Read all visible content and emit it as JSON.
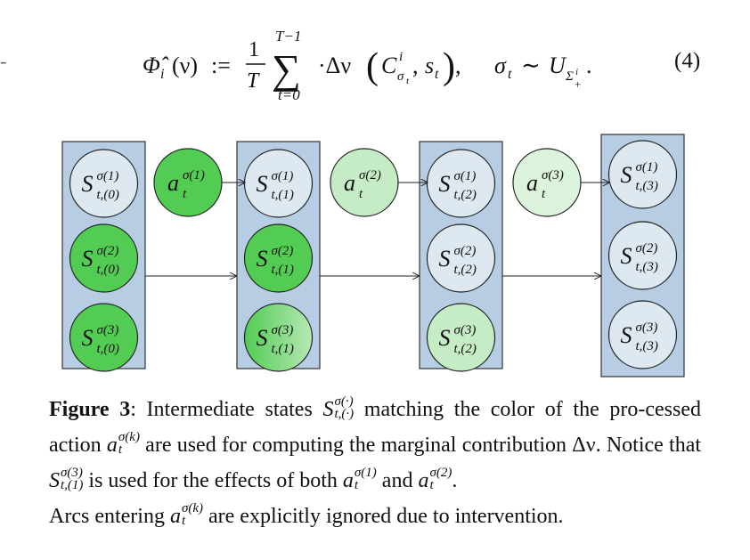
{
  "equation": {
    "lhs": "Φ̂",
    "lhs_sub": "i",
    "lhs_arg": "(ν)",
    "defeq": ":=",
    "frac_num": "1",
    "frac_den": "T",
    "sum_upper": "T−1",
    "sum_lower": "t=0",
    "sum_symbol": "∑",
    "body": "·Δν",
    "C_symbol": "C",
    "C_sup": "i",
    "C_sub": "σ",
    "C_sub_sub": "t",
    "s_arg": "s",
    "s_sub": "t",
    "sigma": "σ",
    "sigma_sub": "t",
    "sim": "∼",
    "U": "U",
    "U_sub": "Σ",
    "U_sub_sup": "i",
    "U_sub_sub": "+",
    "period": ".",
    "number": "(4)"
  },
  "diagram": {
    "colors": {
      "panel": "#b6cde3",
      "panel_border": "#333333",
      "node_default": "#dde8f1",
      "green_dark": "#53cc53",
      "green_mid": "#8fdc8f",
      "green_light": "#c6ecc6",
      "green_pale": "#dcf3dc"
    },
    "columns": [
      {
        "sub": "t,(0)",
        "nodes": [
          {
            "sup": "σ(1)",
            "fill": "node_default"
          },
          {
            "sup": "σ(2)",
            "fill": "green_dark"
          },
          {
            "sup": "σ(3)",
            "fill": "green_dark"
          }
        ]
      },
      {
        "sub": "t,(1)",
        "nodes": [
          {
            "sup": "σ(1)",
            "fill": "node_default"
          },
          {
            "sup": "σ(2)",
            "fill": "green_dark"
          },
          {
            "sup": "σ(3)",
            "fill": "gradient"
          }
        ]
      },
      {
        "sub": "t,(2)",
        "nodes": [
          {
            "sup": "σ(1)",
            "fill": "node_default"
          },
          {
            "sup": "σ(2)",
            "fill": "node_default"
          },
          {
            "sup": "σ(3)",
            "fill": "green_light"
          }
        ]
      },
      {
        "sub": "t,(3)",
        "nodes": [
          {
            "sup": "σ(1)",
            "fill": "node_default"
          },
          {
            "sup": "σ(2)",
            "fill": "node_default"
          },
          {
            "sup": "σ(3)",
            "fill": "node_default"
          }
        ]
      }
    ],
    "node_letter": "S",
    "actions": [
      {
        "letter": "a",
        "sub": "t",
        "sup": "σ(1)",
        "fill": "green_dark"
      },
      {
        "letter": "a",
        "sub": "t",
        "sup": "σ(2)",
        "fill": "green_light"
      },
      {
        "letter": "a",
        "sub": "t",
        "sup": "σ(3)",
        "fill": "green_pale"
      }
    ]
  },
  "caption": {
    "label": "Figure 3",
    "t1": ": Intermediate states ",
    "S_letter": "S",
    "S_sup_generic": "σ(·)",
    "S_sub_generic": "t,(·)",
    "t2": " matching the color of the pro-cessed action ",
    "a_letter": "a",
    "a_sub": "t",
    "a_sup_k": "σ(k)",
    "t3": " are used for computing the marginal contribution ",
    "delta_nu": "Δν",
    "t4": ". Notice that ",
    "S_sup_3": "σ(3)",
    "S_sub_1": "t,(1)",
    "t5": " is used for the effects of both ",
    "a_sup_1": "σ(1)",
    "t6": " and ",
    "a_sup_2": "σ(2)",
    "t7": ".",
    "t8": "Arcs entering ",
    "t9": " are explicitly ignored due to intervention."
  }
}
